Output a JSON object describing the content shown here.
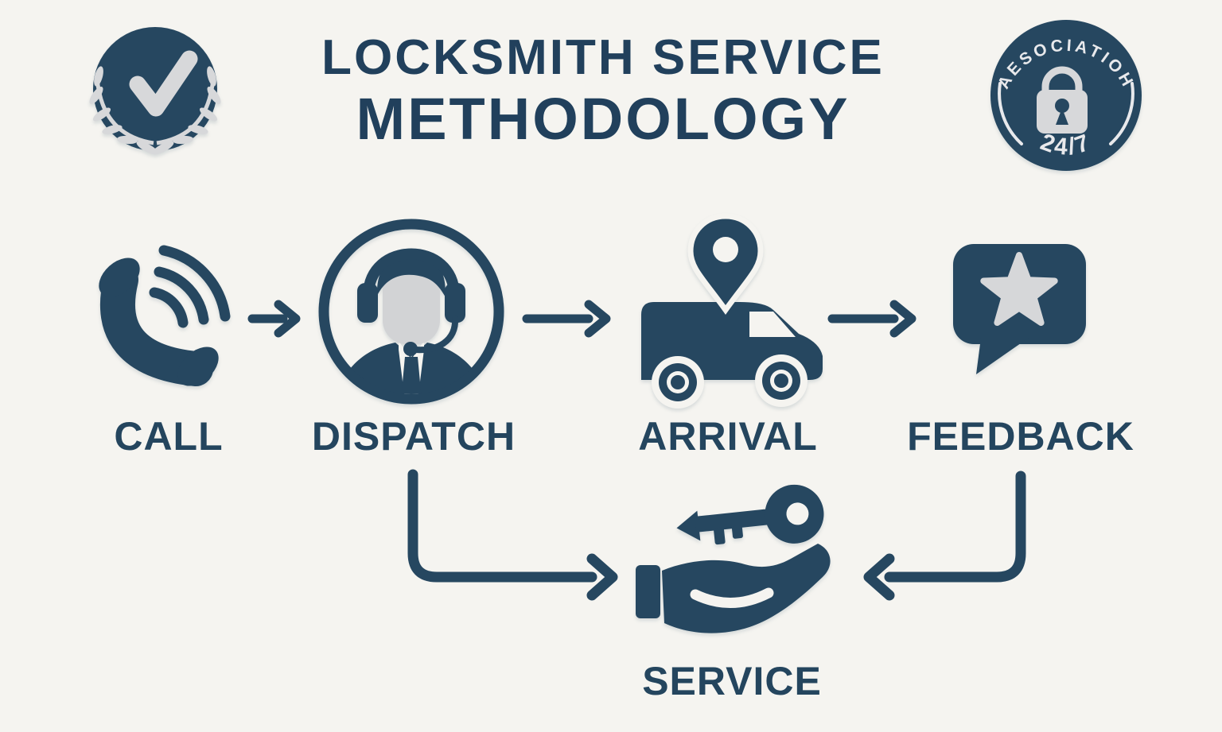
{
  "title": {
    "line1": "LOCKSMITH SERVICE",
    "line2": "METHODOLOGY"
  },
  "badges": {
    "quality": {
      "icon": "laurel-checkmark-badge"
    },
    "association": {
      "icon": "padlock-badge",
      "arc_text": "AESOCIATIOH",
      "hours_text": "24/7"
    }
  },
  "flow": {
    "steps": [
      {
        "id": "call",
        "label": "CALL",
        "icon": "phone-handset-waves-icon"
      },
      {
        "id": "dispatch",
        "label": "DISPATCH",
        "icon": "dispatcher-headset-icon"
      },
      {
        "id": "arrival",
        "label": "ARRIVAL",
        "icon": "van-location-pin-icon"
      },
      {
        "id": "feedback",
        "label": "FEEDBACK",
        "icon": "speech-bubble-star-icon"
      }
    ],
    "final": {
      "id": "service",
      "label": "SERVICE",
      "icon": "hand-holding-key-icon"
    }
  },
  "colors": {
    "navy": "#264760",
    "title_navy": "#21405c",
    "light_gray": "#d7d8da",
    "face_gray": "#d2d3d5",
    "background": "#f5f4f0"
  }
}
